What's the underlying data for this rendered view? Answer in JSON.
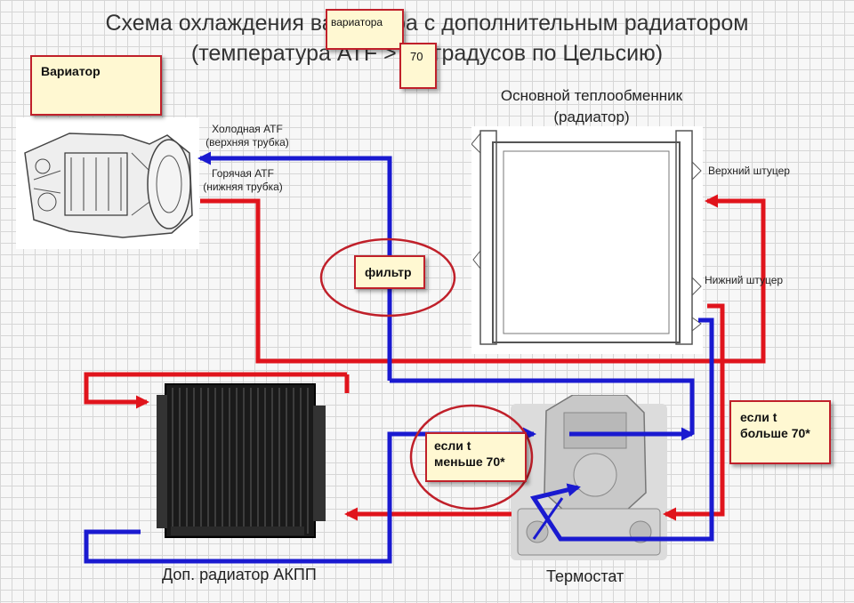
{
  "title": {
    "line1": "Схема охлаждения вариатора с дополнительным радиатором",
    "line2": "(температура АТF > 70 градусов по Цельсию)"
  },
  "notes": {
    "variator_overlay": "вариатора",
    "temp_overlay": "70",
    "variator_box": "Вариатор",
    "filter": "фильтр",
    "less_70_line1": "если t",
    "less_70_line2": "меньше 70*",
    "more_70_line1": "если t",
    "more_70_line2": "больше 70*"
  },
  "labels": {
    "cold_atf_1": "Холодная АТF",
    "cold_atf_2": "(верхняя трубка)",
    "hot_atf_1": "Горячая АТF",
    "hot_atf_2": "(нижняя трубка)",
    "main_exchanger_1": "Основной теплообменник",
    "main_exchanger_2": "(радиатор)",
    "upper_fitting": "Верхний штуцер",
    "lower_fitting": "Нижний штуцер",
    "aux_radiator": "Доп. радиатор АКПП",
    "thermostat": "Термостат"
  },
  "colors": {
    "hot_line": "#e0141c",
    "cold_line": "#1a1ad0",
    "note_border": "#c0202a",
    "note_fill": "#fff8d2"
  }
}
